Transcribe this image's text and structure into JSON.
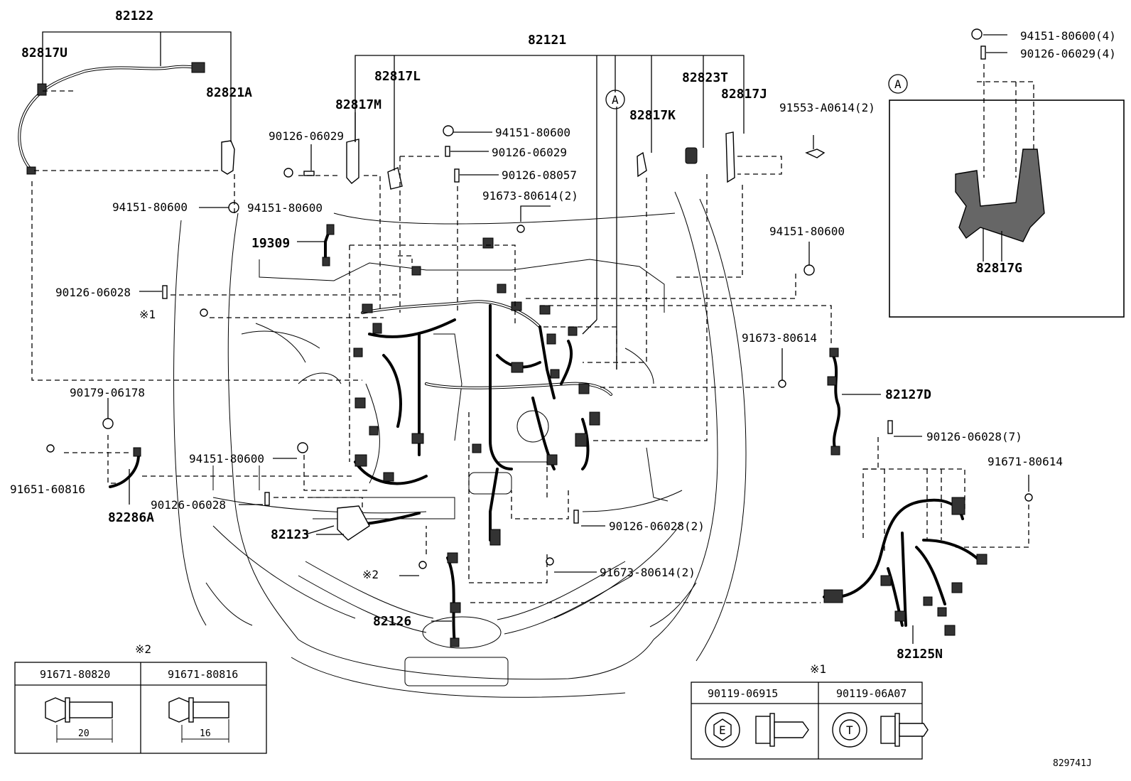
{
  "diagram_id": "829741J",
  "callouts": {
    "p82122": "82122",
    "p82817U": "82817U",
    "p82821A": "82821A",
    "p94151_l1": "94151-80600",
    "p94151_l2": "94151-80600",
    "p82121": "82121",
    "p82817L": "82817L",
    "p82817M": "82817M",
    "p90126_06029_a": "90126-06029",
    "p94151_c": "94151-80600",
    "p90126_06029_b": "90126-06029",
    "p90126_08057": "90126-08057",
    "p91673_80614_2a": "91673-80614(2)",
    "pA_center": "A",
    "p82823T": "82823T",
    "p82817J": "82817J",
    "p82817K": "82817K",
    "p91553": "91553-A0614(2)",
    "p94151_top_r": "94151-80600(4)",
    "p90126_06029_4": "90126-06029(4)",
    "pA_box": "A",
    "p82817G": "82817G",
    "p19309": "19309",
    "p90126_06028_l": "90126-06028",
    "pnote1_left": "※1",
    "p94151_r": "94151-80600",
    "p91673_80614_r": "91673-80614",
    "p82127D": "82127D",
    "p90179": "90179-06178",
    "p91651": "91651-60816",
    "p82286A": "82286A",
    "p94151_lower": "94151-80600",
    "p90126_06028_lower": "90126-06028",
    "p82123": "82123",
    "p90126_06028_2": "90126-06028(2)",
    "pnote2_left": "※2",
    "p91673_80614_2b": "91673-80614(2)",
    "p82126": "82126",
    "p90126_06028_7": "90126-06028(7)",
    "p91671_80614": "91671-80614",
    "p82125N": "82125N"
  },
  "table_note2": {
    "title": "※2",
    "col1": "91671-80820",
    "col2": "91671-80816",
    "dim1": "20",
    "dim2": "16"
  },
  "table_note1": {
    "title": "※1",
    "col1": "90119-06915",
    "col2": "90119-06A07",
    "mark1": "E",
    "mark2": "T"
  }
}
